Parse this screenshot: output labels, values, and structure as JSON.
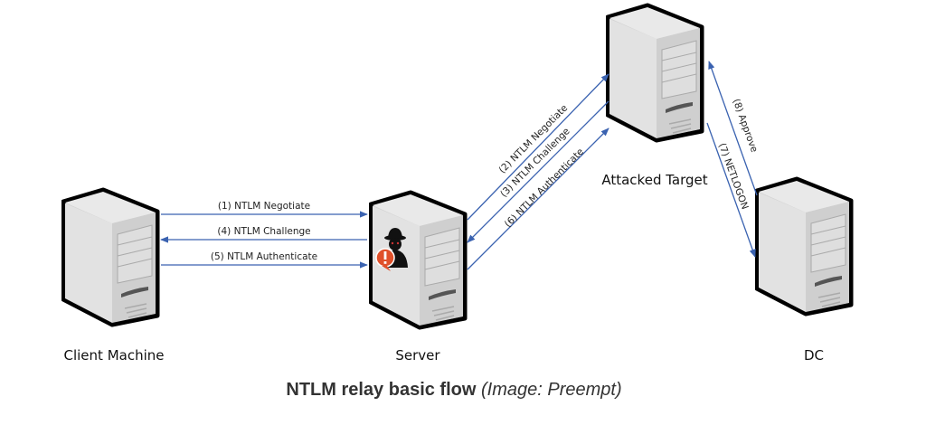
{
  "nodes": {
    "client": "Client Machine",
    "server": "Server",
    "target": "Attacked Target",
    "dc": "DC"
  },
  "messages": {
    "m1": "(1) NTLM Negotiate",
    "m2": "(2) NTLM Negotiate",
    "m3": "(3) NTLM Challenge",
    "m4": "(4) NTLM Challenge",
    "m5": "(5) NTLM Authenticate",
    "m6": "(6) NTLM Authenticate",
    "m7": "(7) NETLOGON",
    "m8": "(8) Approve"
  },
  "caption": {
    "title": "NTLM relay basic flow",
    "credit": "(Image: Preempt)"
  },
  "colors": {
    "arrow": "#3a62b0",
    "alert": "#e0502a"
  },
  "icons": {
    "server": "server-tower-icon",
    "attacker": "hacker-icon",
    "alert": "alert-bubble-icon"
  }
}
